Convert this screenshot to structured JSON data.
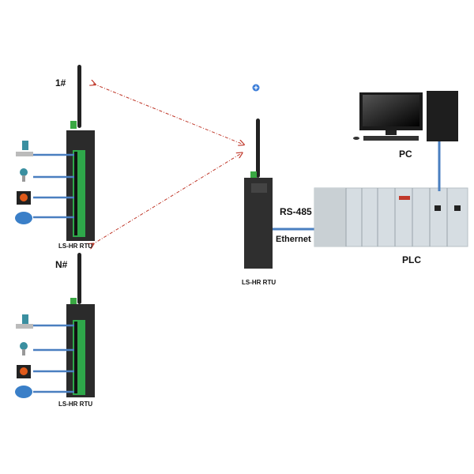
{
  "labels": {
    "rtu1_id": "1#",
    "rtuN_id": "N#",
    "rtu1_name": "LS-HR RTU",
    "rtuN_name": "LS-HR RTU",
    "rtu_center_name": "LS-HR RTU",
    "rs485": "RS-485",
    "ethernet": "Ethernet",
    "pc": "PC",
    "plc": "PLC"
  },
  "sensors": [
    "flow-meter-icon",
    "pressure-transmitter-icon",
    "alarm-light-icon",
    "motor-icon"
  ],
  "colors": {
    "wire": "#4a7fc0",
    "wireless": "#c0392b",
    "device": "#2b2b2b",
    "terminal": "#2ea84a",
    "plc": "#d6dde2"
  }
}
